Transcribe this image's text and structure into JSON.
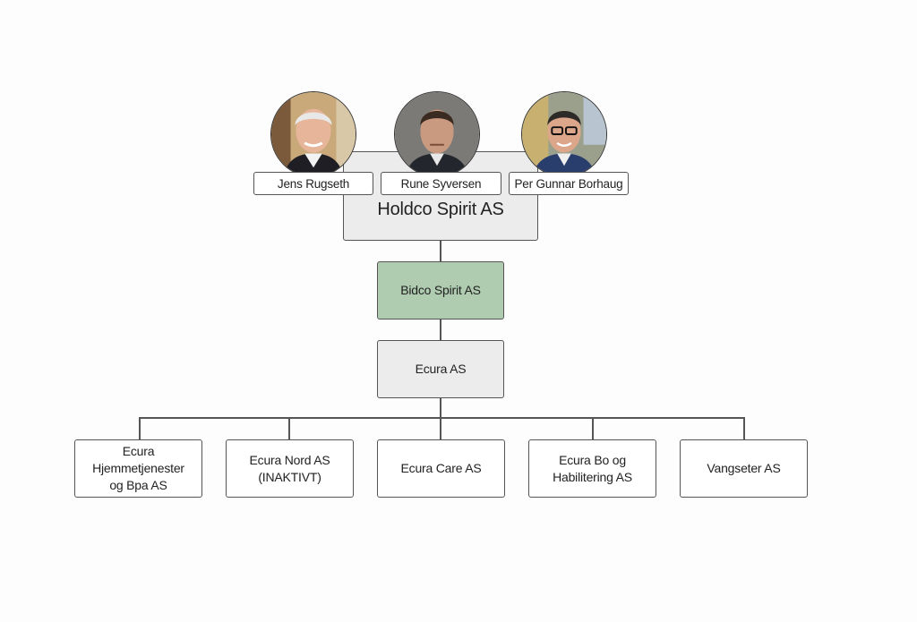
{
  "owners": [
    {
      "name": "Jens Rugseth",
      "photo_icon": "person-photo-icon"
    },
    {
      "name": "Rune Syversen",
      "photo_icon": "person-photo-icon"
    },
    {
      "name": "Per Gunnar Borhaug",
      "photo_icon": "person-photo-icon"
    }
  ],
  "holdco": {
    "label": "Holdco Spirit AS"
  },
  "bidco": {
    "label": "Bidco Spirit AS"
  },
  "ecura": {
    "label": "Ecura AS"
  },
  "subsidiaries": [
    {
      "line1": "Ecura Hjemmetjenester",
      "line2": "og Bpa AS"
    },
    {
      "line1": "Ecura Nord AS",
      "line2": "(INAKTIVT)"
    },
    {
      "line1": "Ecura Care AS",
      "line2": ""
    },
    {
      "line1": "Ecura Bo og",
      "line2": "Habilitering AS"
    },
    {
      "line1": "Vangseter AS",
      "line2": ""
    }
  ],
  "colors": {
    "bidco_fill": "#afcbb0",
    "holdco_fill": "#ececec",
    "ecura_fill": "#ececec",
    "subsidiary_fill": "#ffffff"
  }
}
